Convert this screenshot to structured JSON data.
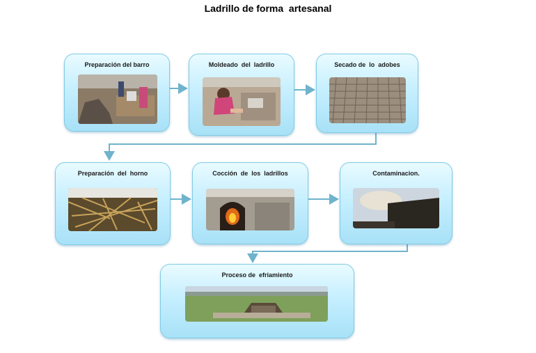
{
  "title": "Ladrillo de forma  artesanal",
  "steps": [
    {
      "label": "Preparación del barro",
      "image": "mud-preparation-photo"
    },
    {
      "label": "Moldeado  del  ladrillo",
      "image": "brick-molding-photo"
    },
    {
      "label": "Secado de  lo  adobes",
      "image": "drying-adobes-photo"
    },
    {
      "label": "Preparación  del  horno",
      "image": "kiln-wood-photo"
    },
    {
      "label": "Cocción  de  los  ladrillos",
      "image": "kiln-fire-photo"
    },
    {
      "label": "Contaminacion.",
      "image": "smoke-pollution-photo"
    },
    {
      "label": "Proceso de  efriamiento",
      "image": "cooling-field-photo"
    }
  ],
  "colors": {
    "box_top": "#e9fbff",
    "box_bottom": "#a8e1f7",
    "border": "#7fcbe6",
    "arrow": "#6fb3cc"
  }
}
